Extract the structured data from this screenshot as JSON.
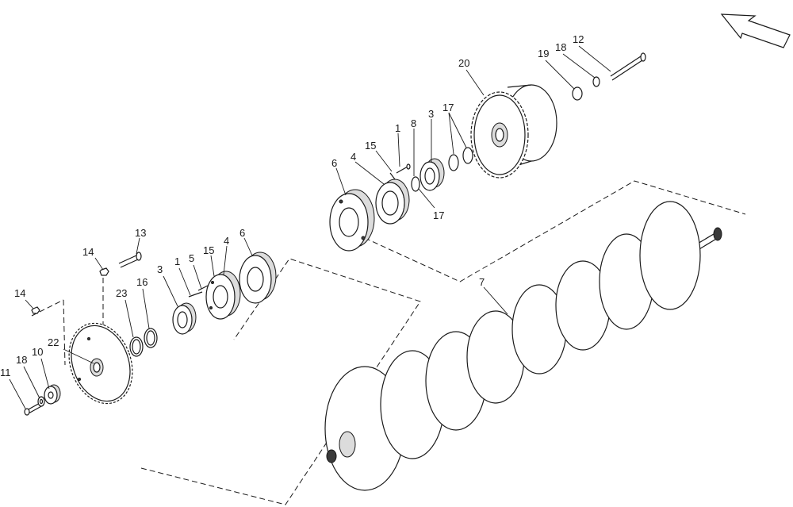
{
  "callouts": [
    {
      "id": "c-11",
      "text": "11"
    },
    {
      "id": "c-18a",
      "text": "18"
    },
    {
      "id": "c-10",
      "text": "10"
    },
    {
      "id": "c-22",
      "text": "22"
    },
    {
      "id": "c-14a",
      "text": "14"
    },
    {
      "id": "c-14b",
      "text": "14"
    },
    {
      "id": "c-13",
      "text": "13"
    },
    {
      "id": "c-23",
      "text": "23"
    },
    {
      "id": "c-16",
      "text": "16"
    },
    {
      "id": "c-3a",
      "text": "3"
    },
    {
      "id": "c-1a",
      "text": "1"
    },
    {
      "id": "c-5",
      "text": "5"
    },
    {
      "id": "c-15a",
      "text": "15"
    },
    {
      "id": "c-4a",
      "text": "4"
    },
    {
      "id": "c-6a",
      "text": "6"
    },
    {
      "id": "c-6b",
      "text": "6"
    },
    {
      "id": "c-4b",
      "text": "4"
    },
    {
      "id": "c-15b",
      "text": "15"
    },
    {
      "id": "c-1b",
      "text": "1"
    },
    {
      "id": "c-8",
      "text": "8"
    },
    {
      "id": "c-3b",
      "text": "3"
    },
    {
      "id": "c-17a",
      "text": "17"
    },
    {
      "id": "c-17b",
      "text": "17"
    },
    {
      "id": "c-20",
      "text": "20"
    },
    {
      "id": "c-19",
      "text": "19"
    },
    {
      "id": "c-18b",
      "text": "18"
    },
    {
      "id": "c-12",
      "text": "12"
    },
    {
      "id": "c-7",
      "text": "7"
    }
  ],
  "direction_arrow": {
    "icon": "direction-arrow-icon"
  }
}
